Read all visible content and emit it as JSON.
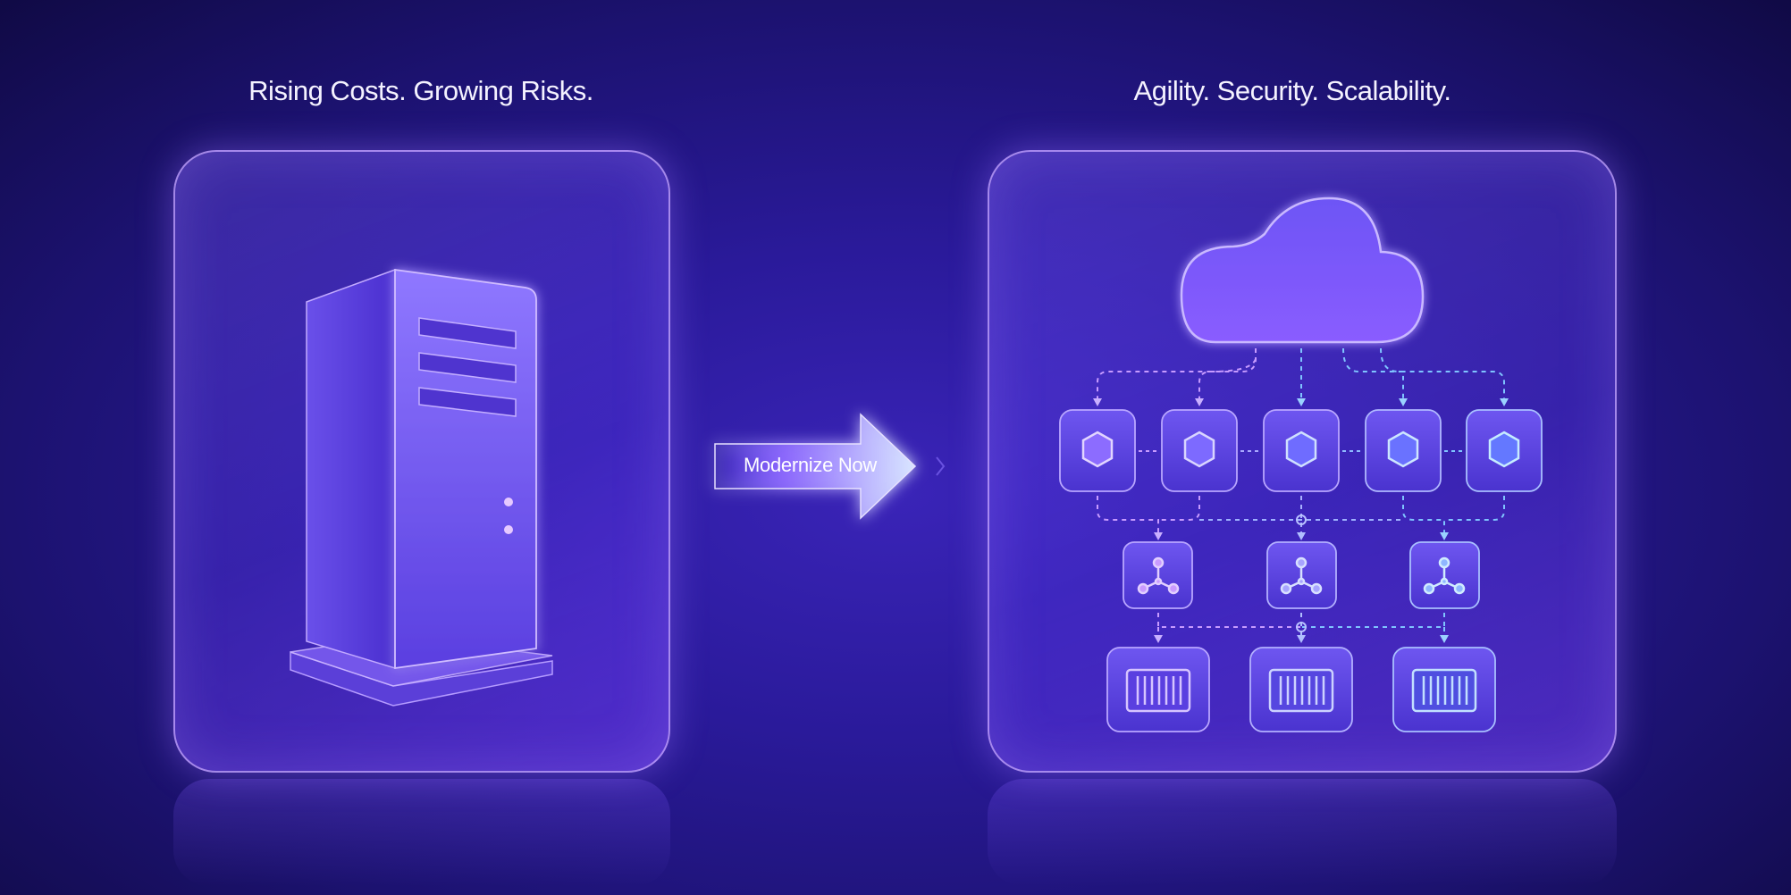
{
  "left_heading": "Rising Costs. Growing Risks.",
  "right_heading": "Agility. Security. Scalability.",
  "arrow_label": "Modernize Now",
  "colors": {
    "accent": "#b38cff",
    "line_purple": "#c79bff",
    "line_blue": "#7fc4ff"
  },
  "icons": {
    "server": "server-tower-icon",
    "cloud": "cloud-icon",
    "service": "hexagon-node-icon",
    "connector": "network-hub-icon",
    "storage": "container-icon"
  }
}
